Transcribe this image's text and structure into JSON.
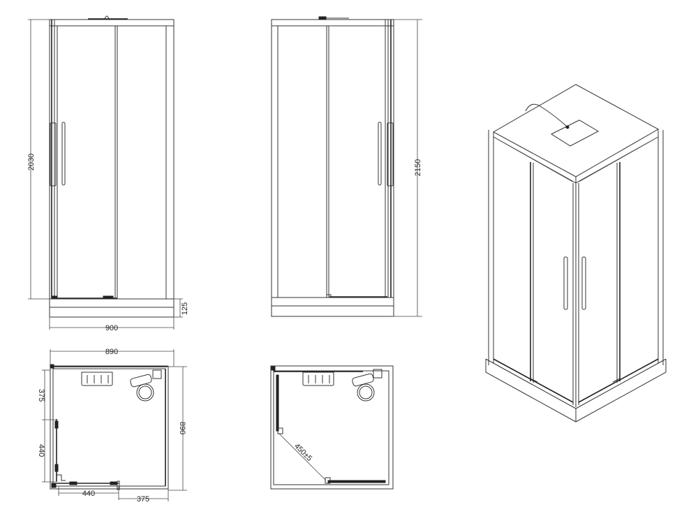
{
  "drawing": {
    "front_view_left": {
      "height_label": "2030",
      "tray_height_label": "125",
      "width_label": "900"
    },
    "front_view_right": {
      "height_label": "2150"
    },
    "plan_view_left": {
      "top_width_label": "890",
      "right_depth_label": "890",
      "left_offset_label": "375",
      "left_door_label": "440",
      "bottom_door_label": "440",
      "bottom_offset_label": "375"
    },
    "plan_view_right": {
      "diagonal_entry_label": "450±5"
    },
    "isometric_view": {
      "description": "corner entry shower enclosure with raised tray and overhead rain panel"
    },
    "colors": {
      "line": "#333333",
      "background": "#ffffff"
    }
  }
}
